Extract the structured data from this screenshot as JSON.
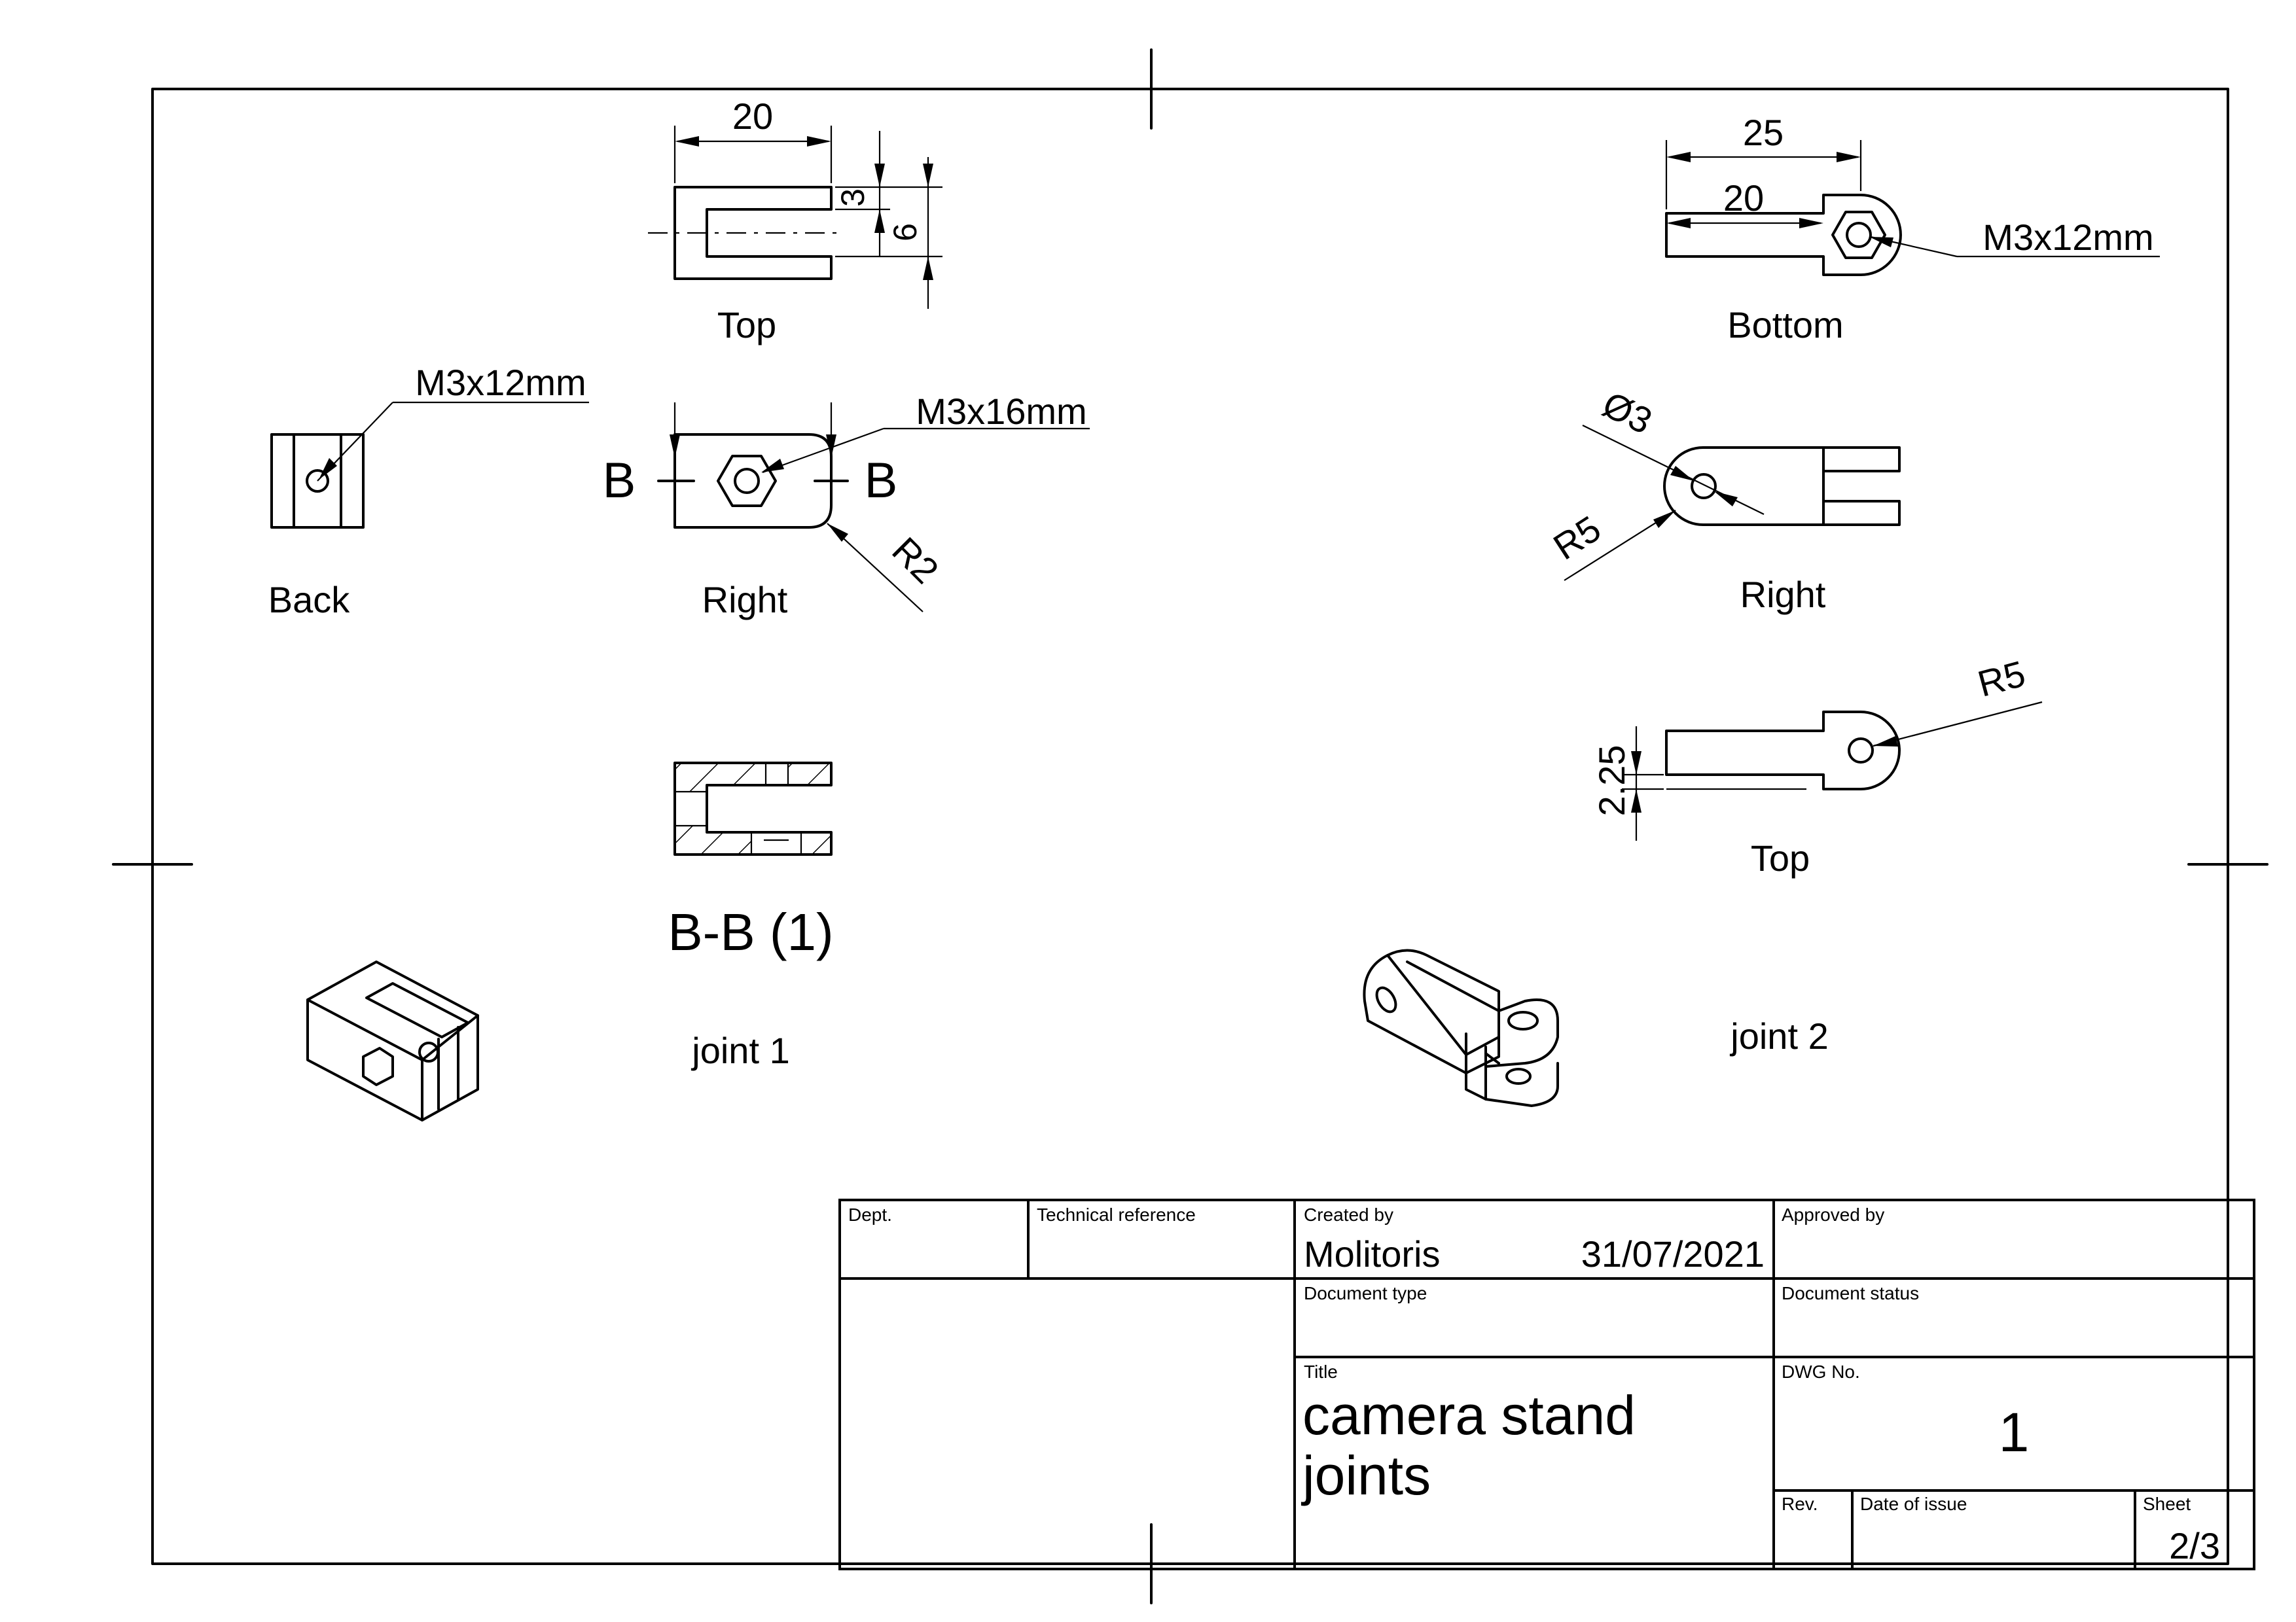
{
  "views": {
    "joint1_top": "Top",
    "joint1_back": "Back",
    "joint1_right": "Right",
    "section_bb": "B-B (1)",
    "joint1_label": "joint 1",
    "joint2_bottom": "Bottom",
    "joint2_right": "Right",
    "joint2_top": "Top",
    "joint2_label": "joint 2"
  },
  "dimensions": {
    "j1_top_width": "20",
    "j1_top_slot_3": "3",
    "j1_top_height_6": "6",
    "j1_back_screw": "M3x12mm",
    "j1_right_screw": "M3x16mm",
    "j1_right_radius": "R2",
    "section_mark_left": "B",
    "section_mark_right": "B",
    "j2_bottom_25": "25",
    "j2_bottom_20": "20",
    "j2_bottom_screw": "M3x12mm",
    "j2_right_dia": "Ø3",
    "j2_right_radius": "R5",
    "j2_top_radius": "R5",
    "j2_top_thick": "2.25"
  },
  "title_block": {
    "dept_label": "Dept.",
    "tech_ref_label": "Technical reference",
    "created_by_label": "Created by",
    "created_by": "Molitoris",
    "created_date": "31/07/2021",
    "approved_by_label": "Approved by",
    "doc_type_label": "Document type",
    "doc_status_label": "Document status",
    "title_label": "Title",
    "title_line1": "camera stand",
    "title_line2": "joints",
    "dwg_no_label": "DWG No.",
    "dwg_no": "1",
    "rev_label": "Rev.",
    "date_issue_label": "Date of issue",
    "sheet_label": "Sheet",
    "sheet": "2/3"
  }
}
